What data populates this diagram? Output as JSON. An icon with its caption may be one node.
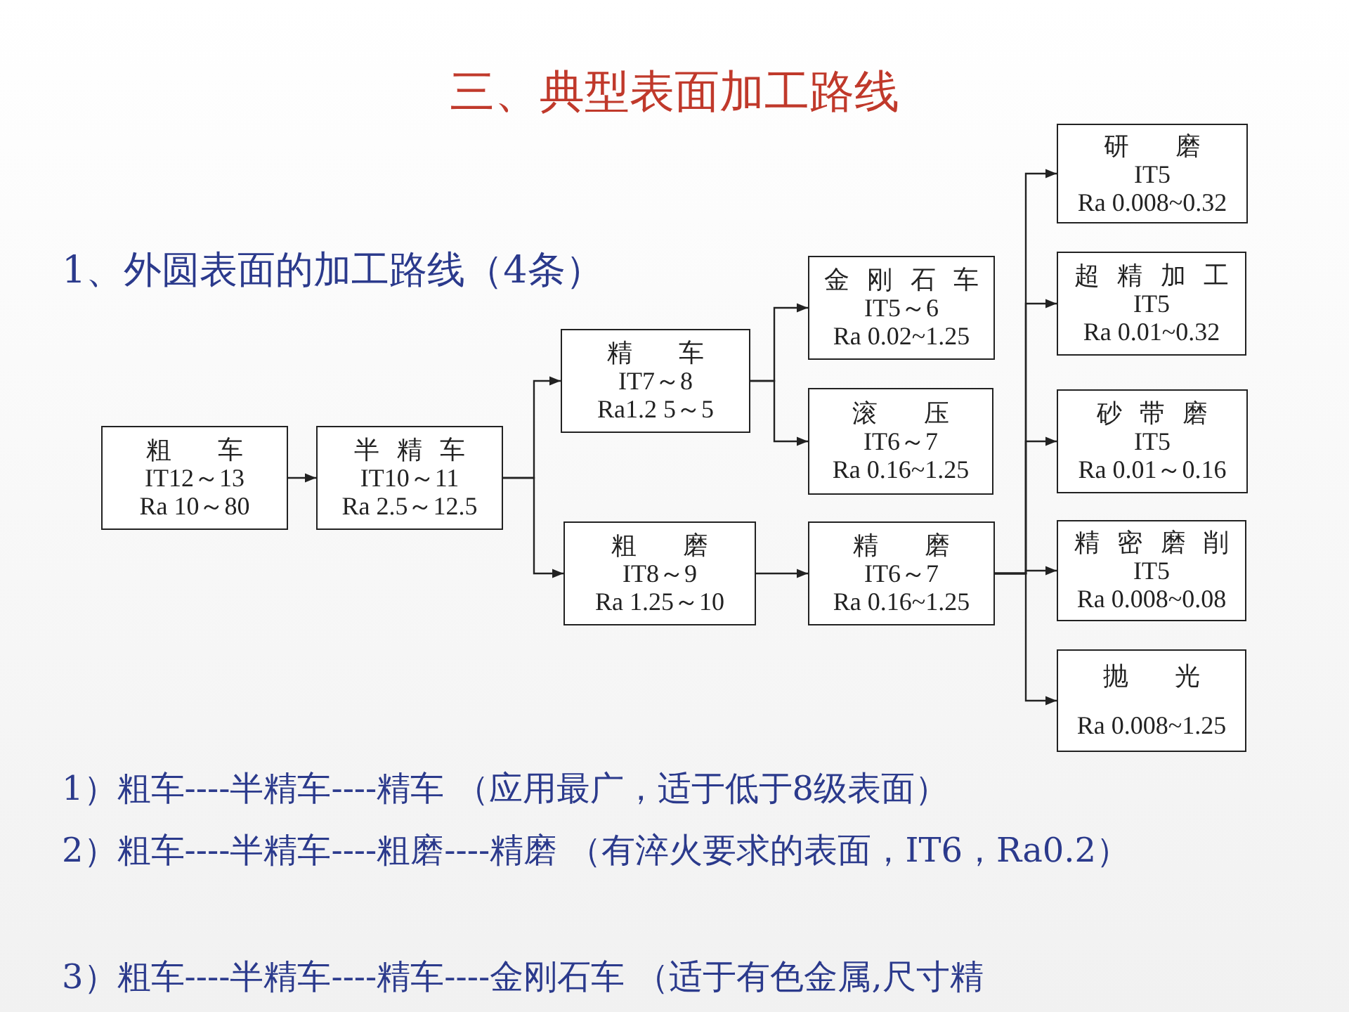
{
  "diagram": {
    "title": "三、典型表面加工路线",
    "nodes": [
      {
        "text": [
          "粗 车",
          "IT12～13",
          "Ra 10～80"
        ]
      },
      {
        "text": [
          "半 精 车",
          "IT10～11",
          "Ra 2.5～12.5"
        ]
      },
      {
        "text": [
          "精 车",
          "IT7～8",
          "Ra1.2 5～5"
        ]
      },
      {
        "text": [
          "粗 磨",
          "IT8～9",
          "Ra 1.25～10"
        ]
      },
      {
        "text": [
          "金 刚 石 车",
          "IT5～6",
          "Ra 0.02~1.25"
        ]
      },
      {
        "text": [
          "滚 压",
          "IT6～7",
          "Ra 0.16~1.25"
        ]
      },
      {
        "text": [
          "精 磨",
          "IT6～7",
          "Ra 0.16~1.25"
        ]
      },
      {
        "text": [
          "研 磨",
          "IT5",
          "Ra 0.008~0.32"
        ]
      },
      {
        "text": [
          "超 精 加 工",
          "IT5",
          "Ra 0.01~0.32"
        ]
      },
      {
        "text": [
          "砂 带 磨",
          "IT5",
          "Ra 0.01～0.16"
        ]
      },
      {
        "text": [
          "精 密 磨 削",
          "IT5",
          "Ra 0.008~0.08"
        ]
      },
      {
        "text": [
          "抛 光",
          "Ra 0.008~1.25"
        ]
      }
    ],
    "edges": [
      {
        "from": 0,
        "to": 1,
        "arrow": "to"
      },
      {
        "from": 1,
        "to": 2,
        "arrow": "to"
      },
      {
        "from": 1,
        "to": 3,
        "arrow": "to"
      },
      {
        "from": 2,
        "to": 4,
        "arrow": "to"
      },
      {
        "from": 2,
        "to": 5,
        "arrow": "to"
      },
      {
        "from": 3,
        "to": 6,
        "arrow": "to"
      },
      {
        "from": 6,
        "to": 7,
        "arrow": "to"
      },
      {
        "from": 6,
        "to": 8,
        "arrow": "to"
      },
      {
        "from": 6,
        "to": 9,
        "arrow": "to"
      },
      {
        "from": 6,
        "to": 10,
        "arrow": "to"
      },
      {
        "from": 6,
        "to": 11,
        "arrow": "to"
      }
    ],
    "labels": [
      "1、外圆表面的加工路线（4条）",
      "1）粗车----半精车----精车 （应用最广，适于低于8级表面）",
      "2）粗车----半精车----粗磨----精磨 （有淬火要求的表面，IT6，Ra0.2）",
      "3）粗车----半精车----精车----金刚石车 （适于有色金属,尺寸精"
    ]
  }
}
